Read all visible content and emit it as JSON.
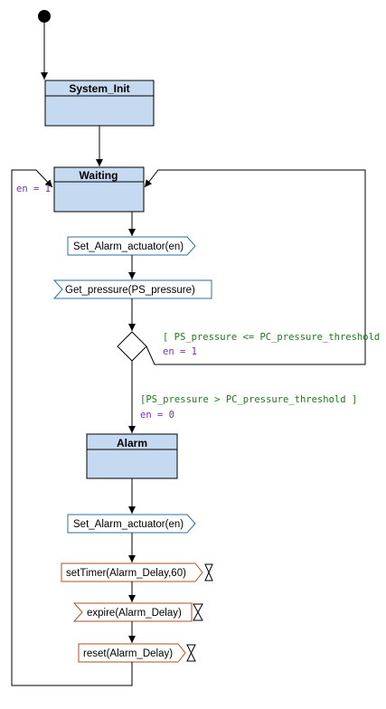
{
  "states": {
    "system_init": "System_Init",
    "waiting": "Waiting",
    "alarm": "Alarm"
  },
  "actions": {
    "set_alarm_1": "Set_Alarm_actuator(en)",
    "get_pressure": "Get_pressure(PS_pressure)",
    "set_alarm_2": "Set_Alarm_actuator(en)",
    "set_timer": "setTimer(Alarm_Delay,60)",
    "expire": "expire(Alarm_Delay)",
    "reset": "reset(Alarm_Delay)"
  },
  "guards": {
    "loop_back": "[ PS_pressure <= PC_pressure_threshold ]",
    "to_alarm": "[PS_pressure > PC_pressure_threshold  ]"
  },
  "assignments": {
    "loop_back": "en = 1",
    "to_alarm": "en = 0",
    "reset_loop": "en = 1"
  },
  "colors": {
    "state_fill": "#c5daf1",
    "signal_border": "#2f6fa0",
    "timer_border": "#a9532a",
    "guard_text": "#1e7a1e",
    "assign_text": "#7b2fb5"
  }
}
